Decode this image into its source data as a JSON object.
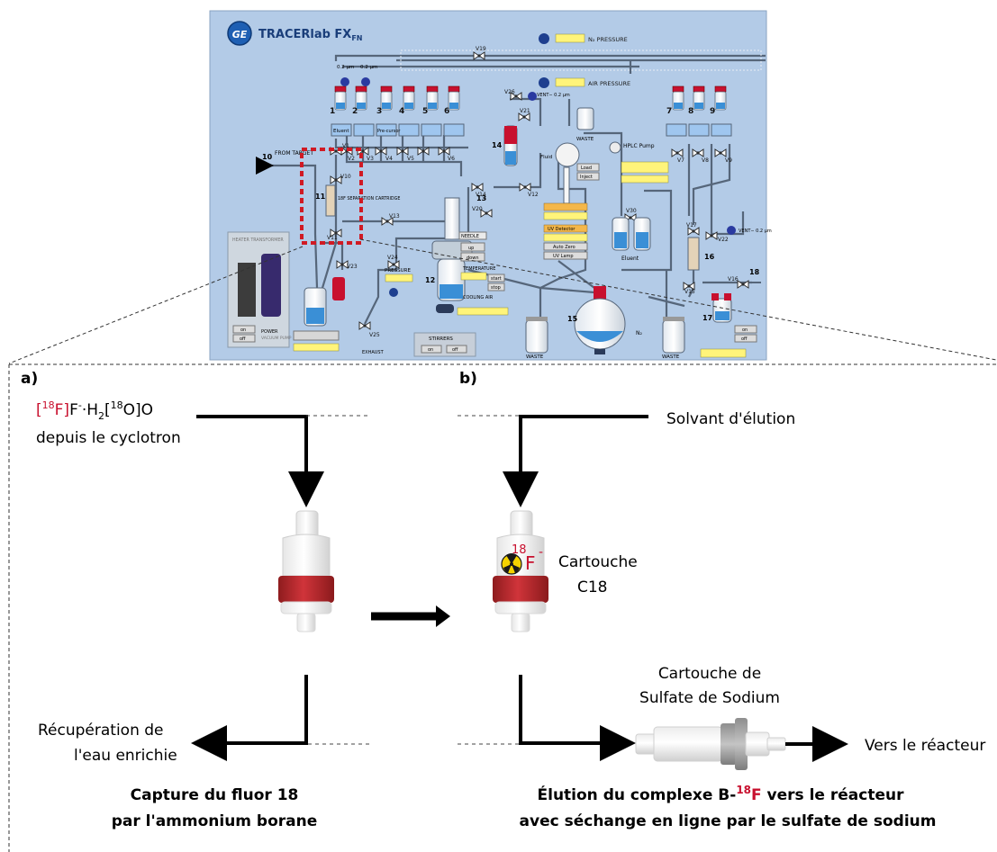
{
  "schematic": {
    "brand": "GE",
    "title": "TRACERlab FX",
    "title_sub": "FN",
    "n2_label": "N₂ PRESSURE",
    "air_label": "AIR PRESSURE",
    "valves": [
      "V19",
      "V26",
      "V21",
      "V1",
      "V2",
      "V3",
      "V4",
      "V5",
      "V6",
      "V7",
      "V8",
      "V9",
      "V10",
      "V11",
      "V12",
      "V13",
      "V14",
      "V16",
      "V17",
      "V20",
      "V22",
      "V23",
      "V24",
      "V25",
      "V30",
      "V15"
    ],
    "vials_left": [
      "1",
      "2",
      "3",
      "4",
      "5",
      "6"
    ],
    "vials_right": [
      "7",
      "8",
      "9"
    ],
    "filter_labels": [
      "0.2 µm",
      "0.2 µm"
    ],
    "vent_label": "VENT− 0.2 µm",
    "vent2_label": "VENT− 0.2 µm",
    "eluent_box": "Eluent",
    "precursor_box": "Pre-cursor",
    "from_target": "FROM TARGET",
    "num10": "10",
    "num11": "11",
    "num12": "12",
    "num13": "13",
    "num14": "14",
    "num15": "15",
    "num16": "16",
    "num17": "17",
    "num18": "18",
    "sep_cartridge": "18F SEPARATION CARTRIDGE",
    "waste": "WASTE",
    "hplc_pump": "HPLC Pump",
    "fluid": "Fluid",
    "load_btn": "Load",
    "inject_btn": "Inject",
    "uv_detector": "UV Detector",
    "auto_zero": "Auto Zero",
    "uv_lamp": "UV Lamp",
    "eluent": "Eluent",
    "needle": "NEEDLE",
    "needle_up": "up",
    "needle_down": "down",
    "temp": "TEMPERATURE",
    "start": "start",
    "stop": "stop",
    "cooling_air": "COOLING AIR",
    "pressure": "PRESSURE",
    "heater": "HEATER TRANSFORMER",
    "power": "POWER",
    "vacuum_pump": "VACUUM PUMP",
    "on": "on",
    "off": "off",
    "exhaust": "EXHAUST",
    "stirrers": "STIRRERS",
    "n2": "N₂"
  },
  "panel_a": {
    "label": "a)",
    "source_iso1": "18",
    "source_iso2": "18",
    "source_sub": "2",
    "source_line2": "depuis le cyclotron",
    "recovery_line1": "Récupération de",
    "recovery_line2": "l'eau enrichie",
    "caption_line1": "Capture du fluor 18",
    "caption_line2": "par l'ammonium borane"
  },
  "panel_b": {
    "label": "b)",
    "solvent": "Solvant d'élution",
    "fluoride_mass": "18",
    "fluoride_sym": "F",
    "fluoride_charge": "-",
    "cartridge_c18_line1": "Cartouche",
    "cartridge_c18_line2": "C18",
    "cartridge_na_line1": "Cartouche de",
    "cartridge_na_line2": "Sulfate de Sodium",
    "to_reactor": "Vers le réacteur",
    "caption_line1_a": "Élution du complexe B-",
    "caption_line1_iso": "18",
    "caption_line1_f": "F",
    "caption_line1_b": " vers le réacteur",
    "caption_line2": "avec séchange en ligne par le sulfate de sodium"
  },
  "colors": {
    "accent_red": "#c8102e",
    "panel_bg": "#aec8e6",
    "pipe": "#4c5a6a"
  }
}
